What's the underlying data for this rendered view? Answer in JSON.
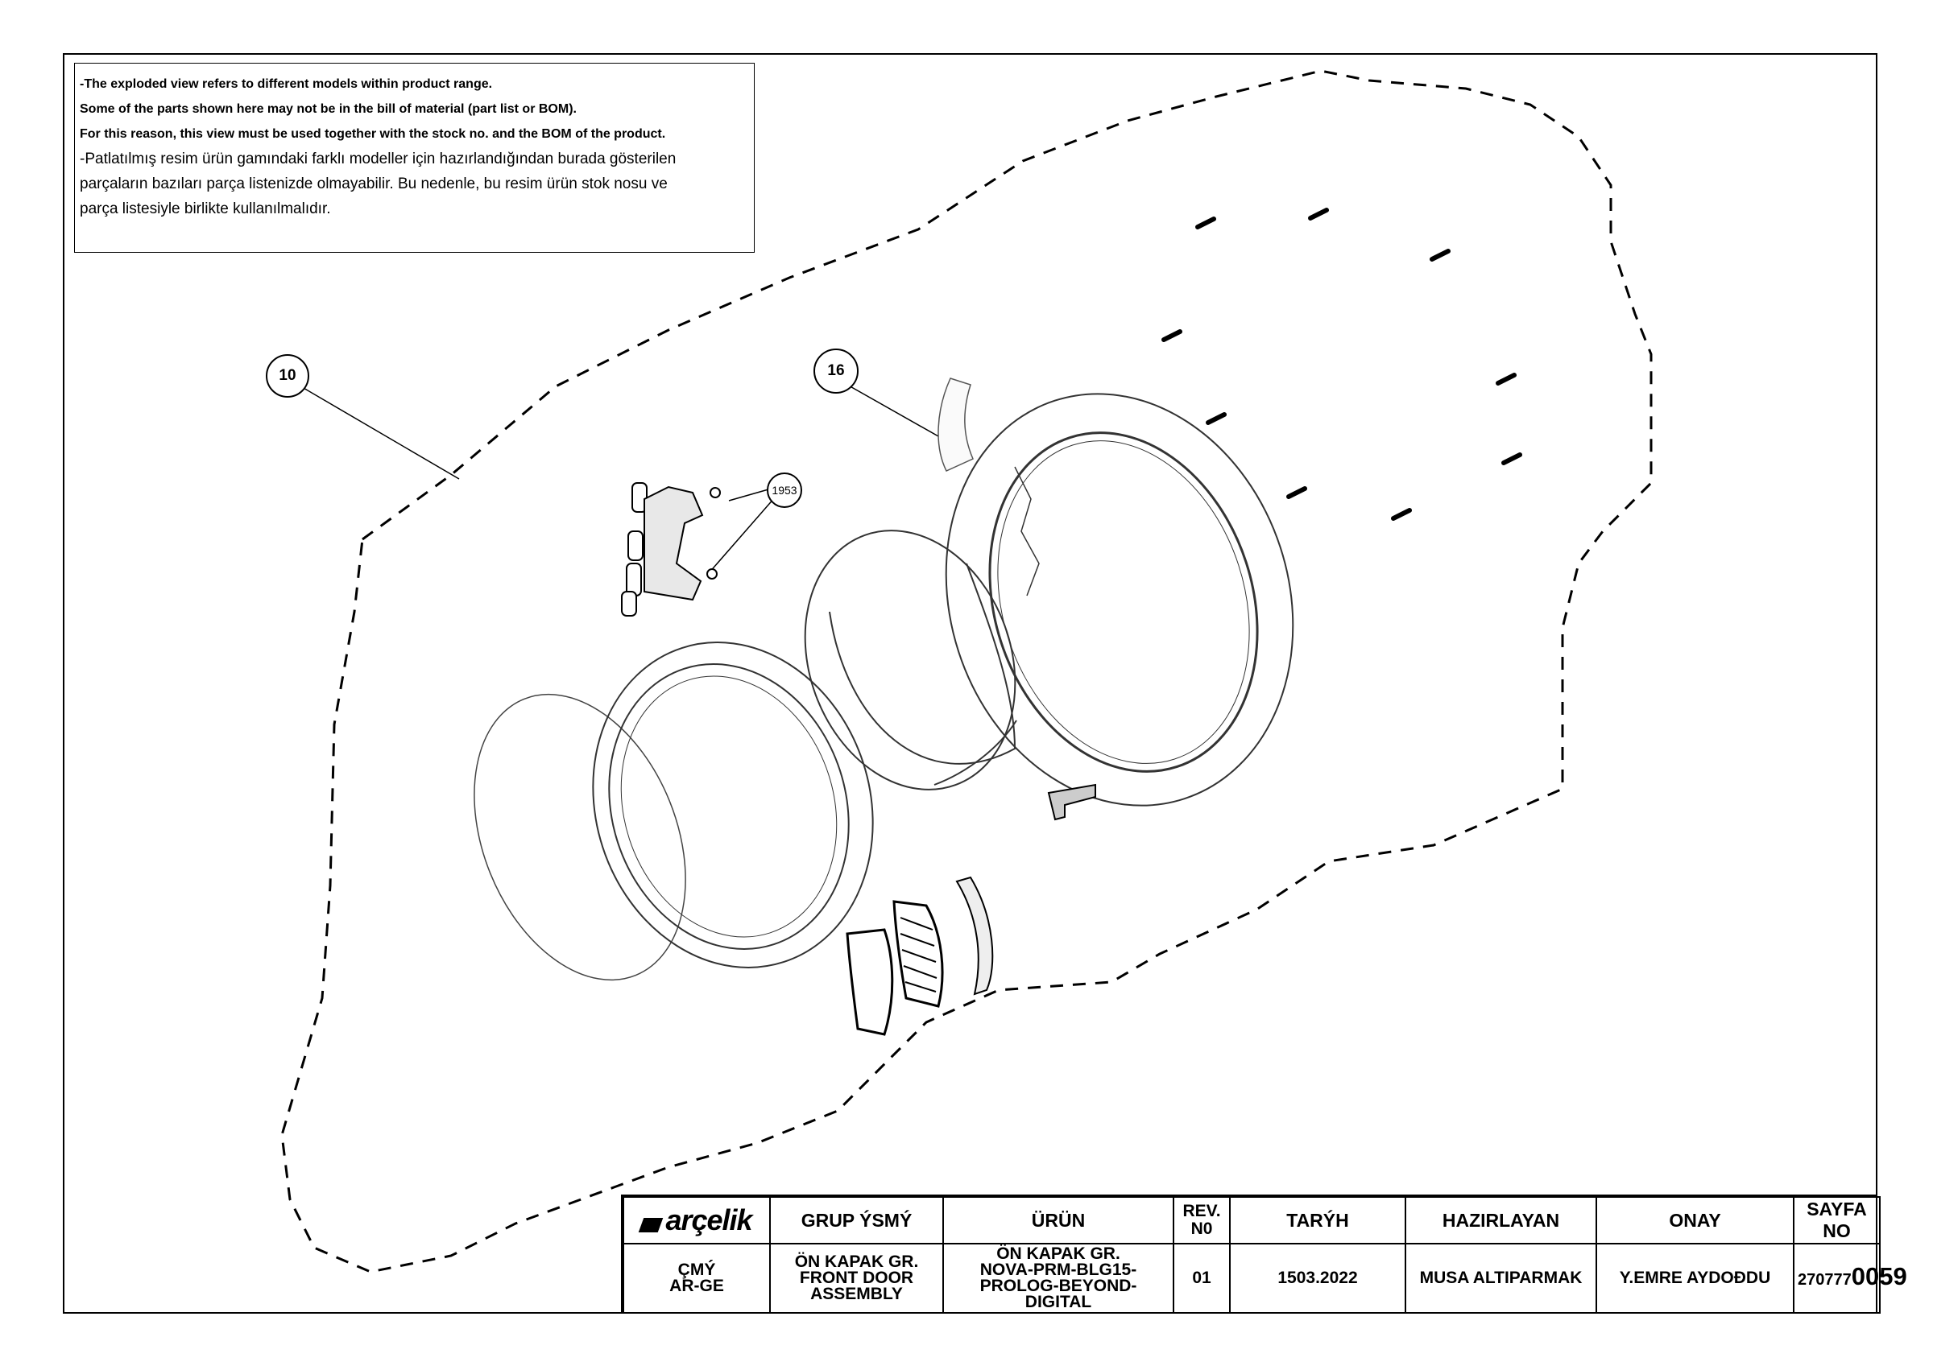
{
  "notes": {
    "line1": "-The exploded view refers to different models within product range.",
    "line2": "Some of the parts shown here may not be in the bill of material (part list or BOM).",
    "line3": "For this reason, this view must be used together with the stock no. and the BOM of the product.",
    "line4": "-Patlatılmış resim ürün gamındaki farklı modeller için hazırlandığından burada gösterilen",
    "line5": "parçaların bazıları parça listenizde olmayabilir. Bu nedenle, bu resim ürün stok nosu ve",
    "line6": "parça listesiyle birlikte kullanılmalıdır."
  },
  "callouts": {
    "c10": "10",
    "c16": "16",
    "c1953": "1953"
  },
  "title_block": {
    "logo": "arçelik",
    "headers": {
      "grup": "GRUP ÝSMÝ",
      "urun": "ÜRÜN",
      "rev": "REV. N0",
      "tarih": "TARÝH",
      "hazirlayan": "HAZIRLAYAN",
      "onay": "ONAY",
      "sayfa": "SAYFA NO"
    },
    "values": {
      "cmy_line1": "ÇMÝ",
      "cmy_line2": "AR-GE",
      "grup_line1": "ÖN KAPAK GR.",
      "grup_line2": "FRONT DOOR",
      "grup_line3": "ASSEMBLY",
      "urun_line1": "ÖN KAPAK GR.",
      "urun_line2": "NOVA-PRM-BLG15-",
      "urun_line3": "PROLOG-BEYOND-",
      "urun_line4": "DIGITAL",
      "rev": "01",
      "tarih": "1503.2022",
      "hazirlayan": "MUSA ALTIPARMAK",
      "onay": "Y.EMRE AYDOÐDU",
      "sayfa_prefix": "270777",
      "sayfa_suffix": "0059"
    }
  }
}
